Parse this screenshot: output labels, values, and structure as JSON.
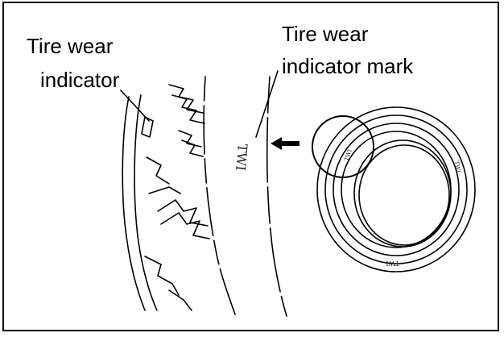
{
  "labels": {
    "indicator_line1": "Tire wear",
    "indicator_line2": "indicator",
    "mark_line1": "Tire wear",
    "mark_line2": "indicator mark"
  },
  "tire_marks": {
    "closeup_mark": "TWI",
    "small_mark_top_right": "TWI",
    "small_mark_bottom": "TWI",
    "small_mark_left": "TWI"
  },
  "colors": {
    "line": "#000000",
    "background": "#ffffff"
  },
  "icons": {
    "arrow": "arrow-left-icon"
  }
}
